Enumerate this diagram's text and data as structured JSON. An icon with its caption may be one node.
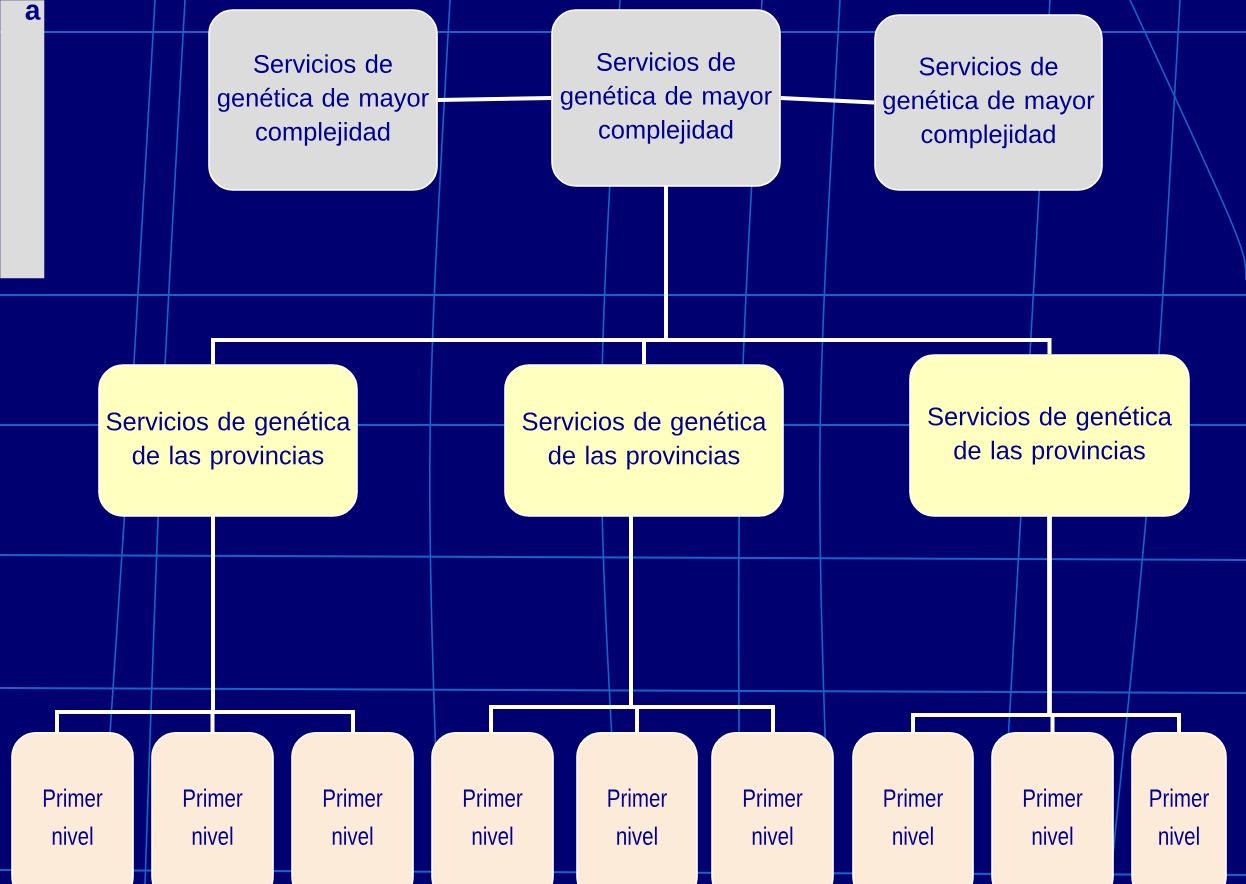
{
  "diagram": {
    "nodes": [
      {
        "text": [
          "a"
        ]
      },
      {
        "text": [
          "Servicios de genética de mayor complejidad"
        ]
      },
      {
        "text": [
          "Servicios de genética de mayor complejidad"
        ]
      },
      {
        "text": [
          "Servicios de genética de mayor complejidad"
        ]
      },
      {
        "text": [
          "Servicios de genética de las provincias"
        ]
      },
      {
        "text": [
          "Servicios de genética de las provincias"
        ]
      },
      {
        "text": [
          "Servicios de genética de las provincias"
        ]
      },
      {
        "text": [
          "Primer nivel"
        ]
      },
      {
        "text": [
          "Primer nivel"
        ]
      },
      {
        "text": [
          "Primer nivel"
        ]
      },
      {
        "text": [
          "Primer nivel"
        ]
      },
      {
        "text": [
          "Primer nivel"
        ]
      },
      {
        "text": [
          "Primer nivel"
        ]
      },
      {
        "text": [
          "Primer nivel"
        ]
      },
      {
        "text": [
          "Primer nivel"
        ]
      },
      {
        "text": [
          "Primer nivel"
        ]
      }
    ],
    "edges": [
      {
        "from": 1,
        "to": 2,
        "arrow": "none"
      },
      {
        "from": 2,
        "to": 3,
        "arrow": "none"
      },
      {
        "from": 2,
        "to": 4,
        "arrow": "none"
      },
      {
        "from": 2,
        "to": 5,
        "arrow": "none"
      },
      {
        "from": 2,
        "to": 6,
        "arrow": "none"
      },
      {
        "from": 4,
        "to": 7,
        "arrow": "none"
      },
      {
        "from": 4,
        "to": 8,
        "arrow": "none"
      },
      {
        "from": 4,
        "to": 9,
        "arrow": "none"
      },
      {
        "from": 5,
        "to": 10,
        "arrow": "none"
      },
      {
        "from": 5,
        "to": 11,
        "arrow": "none"
      },
      {
        "from": 5,
        "to": 12,
        "arrow": "none"
      },
      {
        "from": 6,
        "to": 13,
        "arrow": "none"
      },
      {
        "from": 6,
        "to": 14,
        "arrow": "none"
      },
      {
        "from": 6,
        "to": 15,
        "arrow": "none"
      }
    ]
  }
}
